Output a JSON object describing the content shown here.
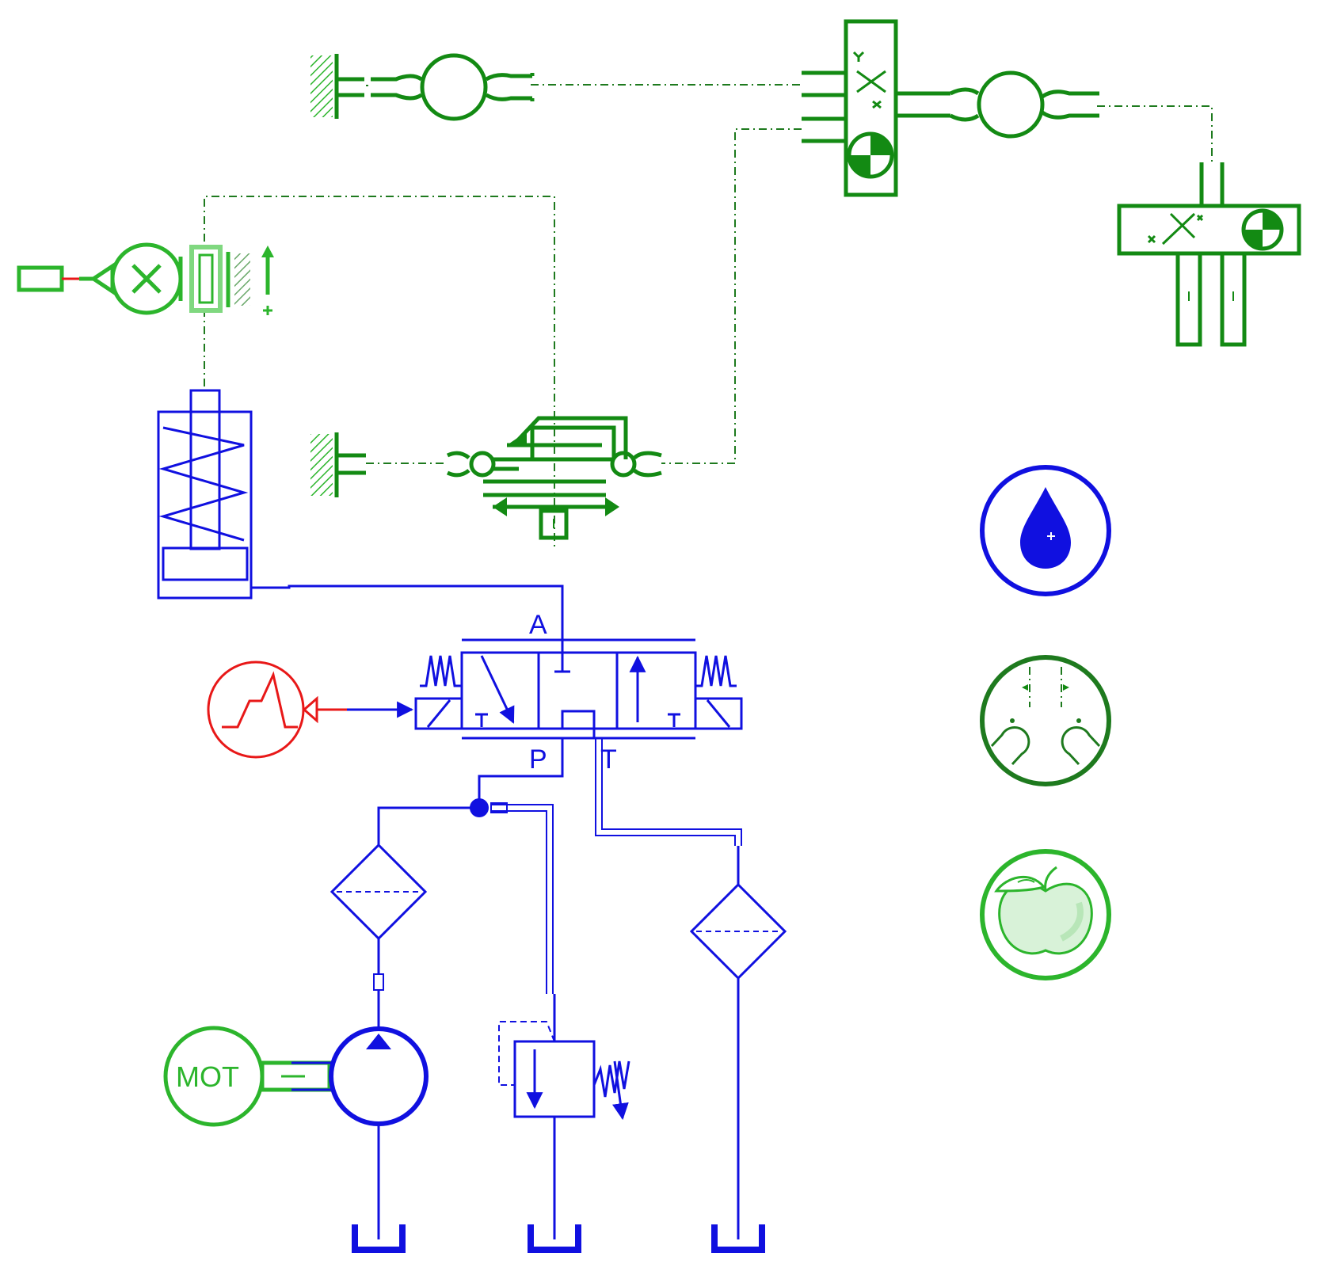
{
  "labels": {
    "port_a": "A",
    "port_p": "P",
    "port_t": "T",
    "motor": "MOT"
  },
  "colors": {
    "mechanical": "#138a13",
    "mechanical_light": "#2cb52c",
    "hydraulic": "#1010e0",
    "signal": "#e81818"
  },
  "icons": [
    "hydraulic-fluid-drop-icon",
    "contact-fingers-icon",
    "apple-icon",
    "mass-center-icon",
    "ground-hatch-icon",
    "spring-icon",
    "tank-icon"
  ]
}
